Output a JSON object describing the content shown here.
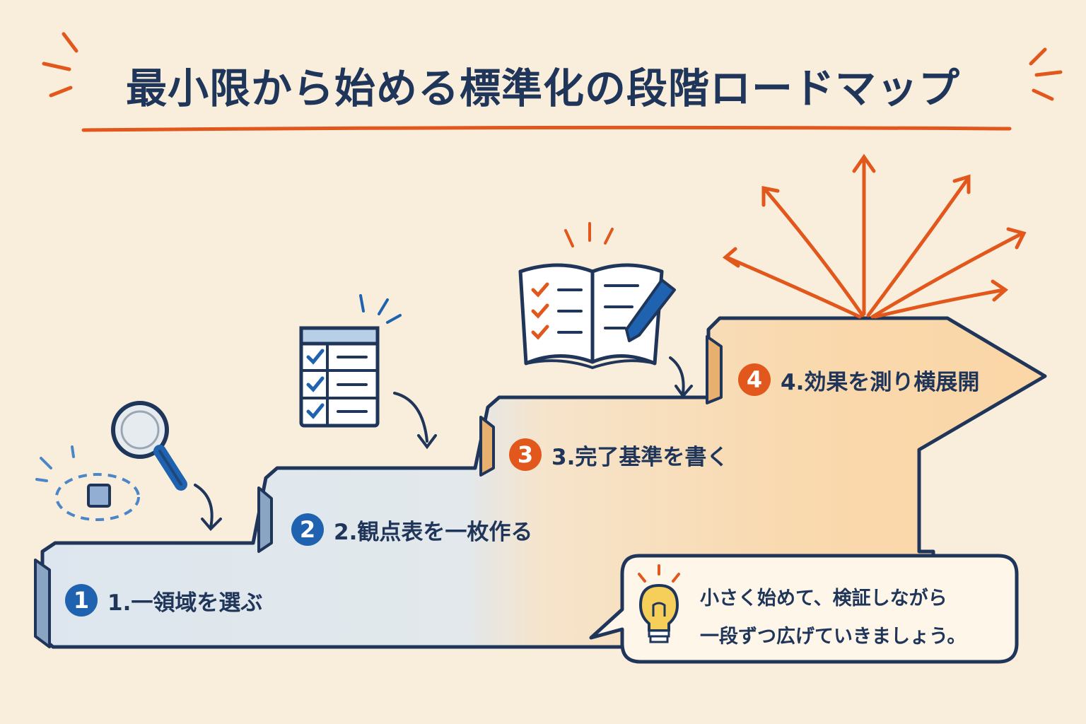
{
  "title": "最小限から始める標準化の段階ロードマップ",
  "steps": [
    {
      "number": "1",
      "label": "1.一領域を選ぶ",
      "icon": "magnifier-icon"
    },
    {
      "number": "2",
      "label": "2.観点表を一枚作る",
      "icon": "checklist-table-icon"
    },
    {
      "number": "3",
      "label": "3.完了基準を書く",
      "icon": "notebook-pen-icon"
    },
    {
      "number": "4",
      "label": "4.効果を測り横展開",
      "icon": "expansion-arrows-icon"
    }
  ],
  "tip": {
    "line1": "小さく始めて、検証しながら",
    "line2": "一段ずつ広げていきましょう。",
    "icon": "lightbulb-icon"
  },
  "colors": {
    "navy": "#1f3559",
    "orange": "#e2571b",
    "blue": "#1f63b0",
    "step_blue_fill": "#dde6ee",
    "step_orange_fill": "#f9d8ae",
    "background": "#f8eedb"
  }
}
